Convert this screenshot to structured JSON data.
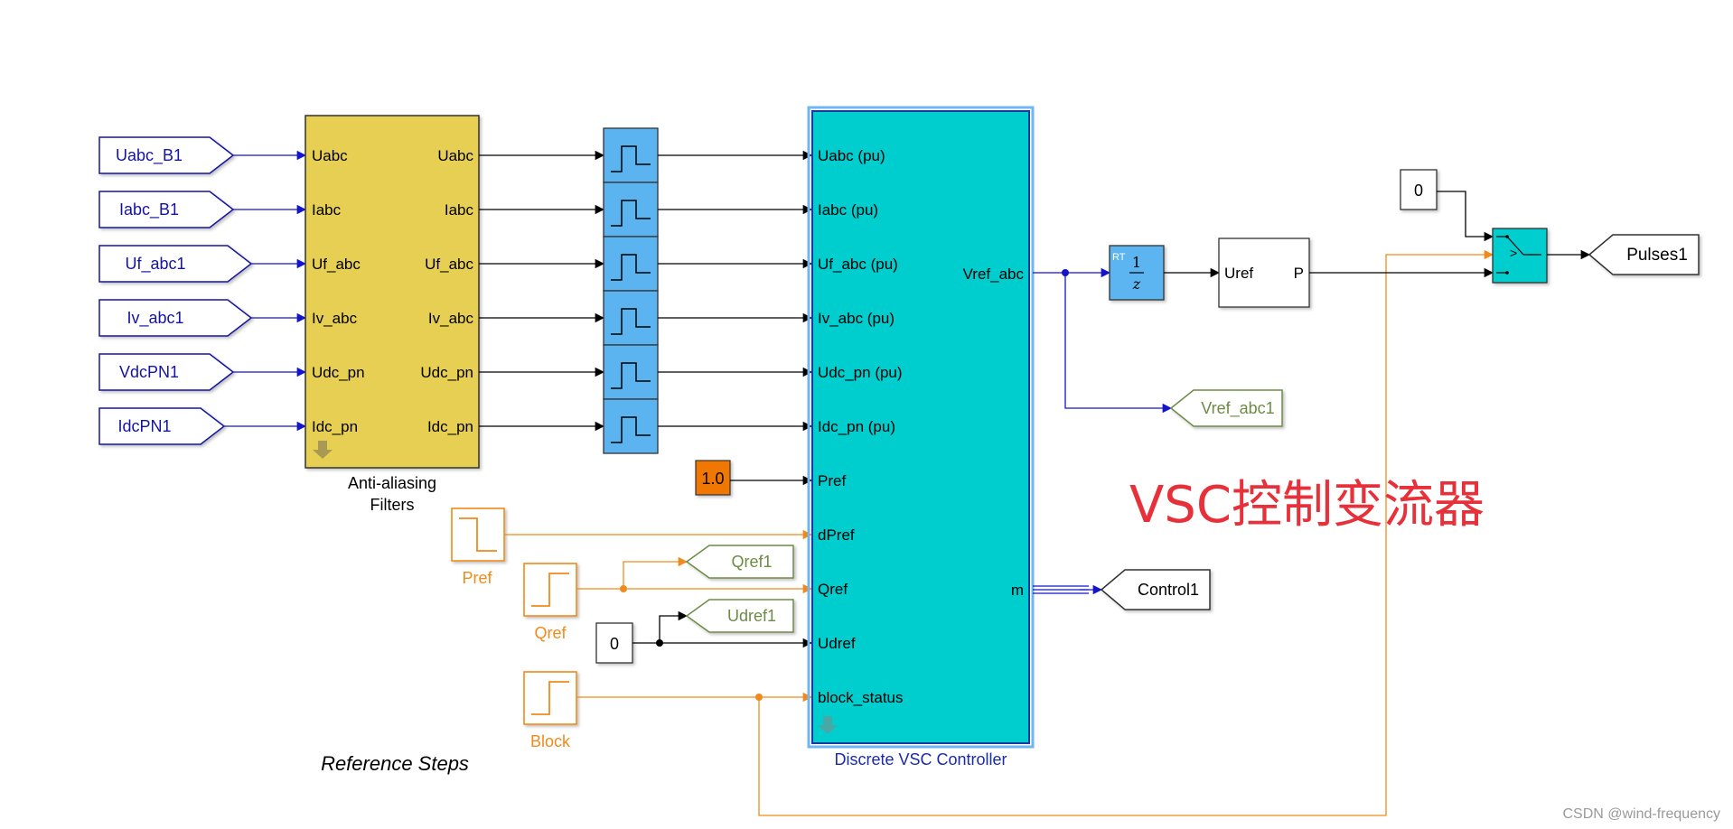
{
  "goto_tags": {
    "uabc_b1": "Uabc_B1",
    "iabc_b1": "Iabc_B1",
    "uf_abc1": "Uf_abc1",
    "iv_abc1": "Iv_abc1",
    "vdcpn1": "VdcPN1",
    "idcpn1": "IdcPN1",
    "vref_abc1": "Vref_abc1",
    "control1": "Control1",
    "pulses1": "Pulses1",
    "qref1": "Qref1",
    "udref1": "Udref1"
  },
  "anti_aliasing": {
    "inputs": [
      "Uabc",
      "Iabc",
      "Uf_abc",
      "Iv_abc",
      "Udc_pn",
      "Idc_pn"
    ],
    "outputs": [
      "Uabc",
      "Iabc",
      "Uf_abc",
      "Iv_abc",
      "Udc_pn",
      "Idc_pn"
    ],
    "name_line1": "Anti-aliasing",
    "name_line2": "Filters"
  },
  "controller": {
    "inputs": [
      "Uabc (pu)",
      "Iabc (pu)",
      "Uf_abc (pu)",
      "Iv_abc (pu)",
      "Udc_pn (pu)",
      "Idc_pn (pu)",
      "Pref",
      "dPref",
      "Qref",
      "Udref",
      "block_status"
    ],
    "output_vref": "Vref_abc",
    "output_m": "m",
    "name": "Discrete VSC Controller"
  },
  "constants": {
    "pref_value": "1.0",
    "udref_value": "0",
    "switch_threshold": "0"
  },
  "steps": {
    "pref": "Pref",
    "qref": "Qref",
    "block": "Block",
    "area_label": "Reference Steps"
  },
  "unit_delay": {
    "tag": "RT",
    "numerator": "1",
    "denominator": "z"
  },
  "pwm": {
    "input": "Uref",
    "output": "P"
  },
  "switch_symbol": ">",
  "annotation": "VSC控制变流器",
  "watermark": "CSDN @wind-frequency",
  "colors": {
    "yellow_block": "#e6cf52",
    "cyan_block": "#00cdcd",
    "zoh_block": "#5bb4f0",
    "orange": "#f08a1c",
    "goto_blue": "#1414a0",
    "goto_green": "#6e8a46",
    "red_text": "#e8303a"
  }
}
